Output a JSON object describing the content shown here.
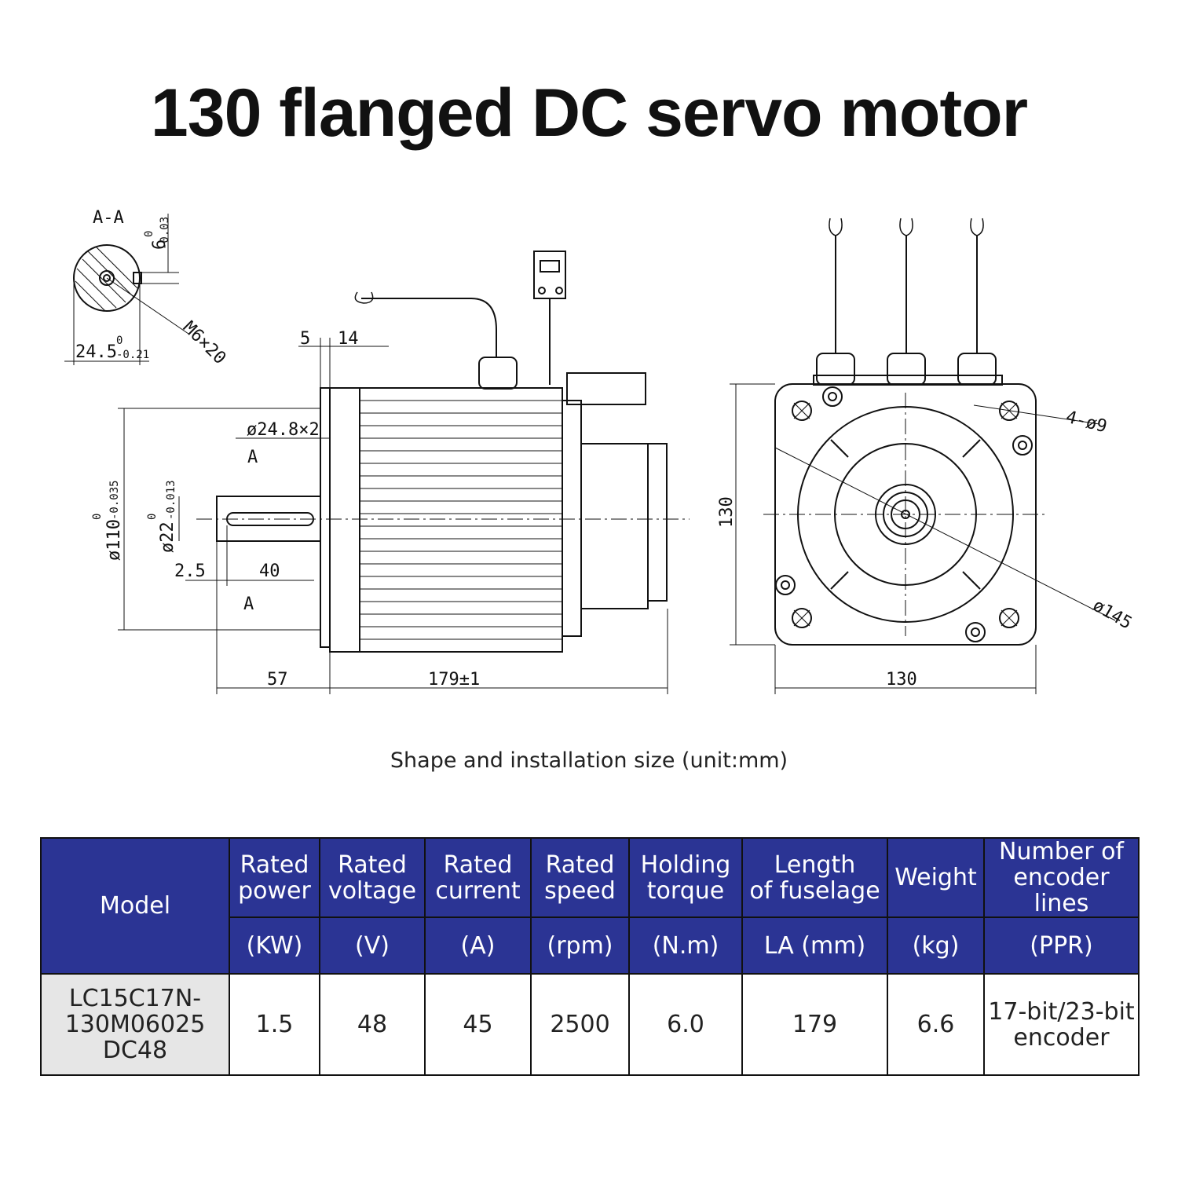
{
  "title": "130 flanged DC servo motor",
  "drawing": {
    "section_label": "A-A",
    "dims": {
      "key_width": "6",
      "key_width_tol_upper": "0",
      "key_width_tol_lower": "-0.03",
      "key_height": "24.5",
      "key_height_tol_upper": "0",
      "key_height_tol_lower": "-0.21",
      "thread": "M6×20",
      "d5": "5",
      "d14": "14",
      "d_flange_pilot": "ø24.8×2",
      "section_marker": "A",
      "d_flange_dia": "ø110",
      "d_flange_dia_tol_upper": "0",
      "d_flange_dia_tol_lower": "-0.035",
      "d_shaft": "ø22",
      "d_shaft_tol_upper": "0",
      "d_shaft_tol_lower": "-0.013",
      "d2_5": "2.5",
      "d40": "40",
      "d57": "57",
      "d179": "179±1",
      "d130_side": "130",
      "d130_bottom": "130",
      "holes": "4-ø9",
      "d145": "ø145"
    }
  },
  "caption": "Shape and installation size (unit:mm)",
  "table": {
    "model_header": "Model",
    "headers": [
      {
        "name": "Rated power",
        "line1": "Rated",
        "line2": "power",
        "unit": "(KW)"
      },
      {
        "name": "Rated voltage",
        "line1": "Rated",
        "line2": "voltage",
        "unit": "(V)"
      },
      {
        "name": "Rated current",
        "line1": "Rated",
        "line2": "current",
        "unit": "(A)"
      },
      {
        "name": "Rated speed",
        "line1": "Rated",
        "line2": "speed",
        "unit": "(rpm)"
      },
      {
        "name": "Holding torque",
        "line1": "Holding",
        "line2": "torque",
        "unit": "(N.m)"
      },
      {
        "name": "Length of fuselage",
        "line1": "Length",
        "line2": "of fuselage",
        "unit": "LA (mm)"
      },
      {
        "name": "Weight",
        "line1": "Weight",
        "line2": "",
        "unit": "(kg)"
      },
      {
        "name": "Number of encoder lines",
        "line1": "Number of",
        "line2": "encoder lines",
        "unit": "(PPR)"
      }
    ],
    "row": {
      "model_line1": "LC15C17N-",
      "model_line2": "130M06025",
      "model_line3": "DC48",
      "power": "1.5",
      "voltage": "48",
      "current": "45",
      "speed": "2500",
      "torque": "6.0",
      "length": "179",
      "weight": "6.6",
      "encoder_line1": "17-bit/23-bit",
      "encoder_line2": "encoder"
    }
  }
}
